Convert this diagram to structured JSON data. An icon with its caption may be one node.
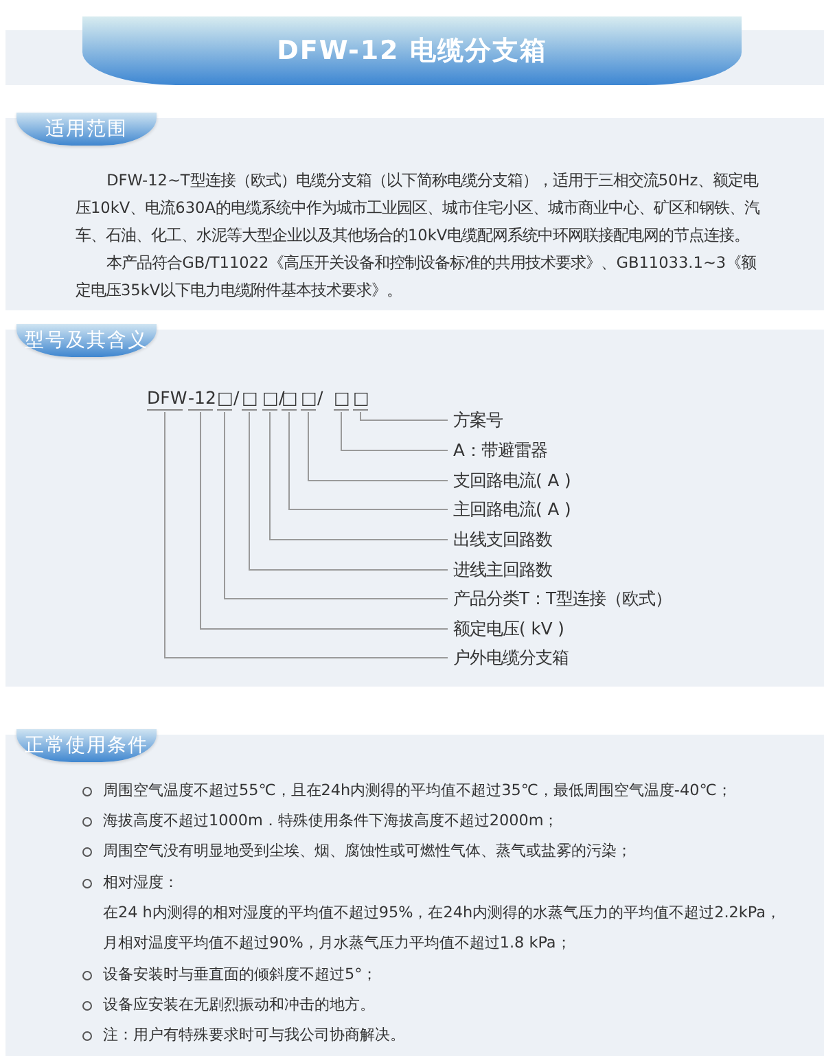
{
  "diagram": {
    "title": "DFW-12 电缆分支箱",
    "nodes": [
      {
        "text": [
          "DFW"
        ]
      },
      {
        "text": [
          "-12"
        ]
      },
      {
        "text": [
          "□"
        ]
      },
      {
        "text": [
          "□"
        ]
      },
      {
        "text": [
          "□"
        ]
      },
      {
        "text": [
          "□"
        ]
      },
      {
        "text": [
          "□"
        ]
      },
      {
        "text": [
          "□"
        ]
      },
      {
        "text": [
          "□"
        ]
      },
      {
        "text": [
          "方案号"
        ]
      },
      {
        "text": [
          "A：带避雷器"
        ]
      },
      {
        "text": [
          "支回路电流( A )"
        ]
      },
      {
        "text": [
          "主回路电流( A )"
        ]
      },
      {
        "text": [
          "出线支回路数"
        ]
      },
      {
        "text": [
          "进线主回路数"
        ]
      },
      {
        "text": [
          "产品分类T：T型连接（欧式）"
        ]
      },
      {
        "text": [
          "额定电压( kV )"
        ]
      },
      {
        "text": [
          "户外电缆分支箱"
        ]
      }
    ],
    "edges": [
      {
        "from": 9,
        "to": 8,
        "arrow": "none"
      },
      {
        "from": 10,
        "to": 7,
        "arrow": "none"
      },
      {
        "from": 11,
        "to": 6,
        "arrow": "none"
      },
      {
        "from": 12,
        "to": 5,
        "arrow": "none"
      },
      {
        "from": 13,
        "to": 4,
        "arrow": "none"
      },
      {
        "from": 14,
        "to": 3,
        "arrow": "none"
      },
      {
        "from": 15,
        "to": 2,
        "arrow": "none"
      },
      {
        "from": 16,
        "to": 1,
        "arrow": "none"
      },
      {
        "from": 17,
        "to": 0,
        "arrow": "none"
      }
    ],
    "labels": [
      "适用范围",
      "DFW-12~T型连接（欧式）电缆分支箱（以下简称电缆分支箱），适用于三相交流50Hz、额定电压10kV、电流630A的电缆系统中作为城市工业园区、城市住宅小区、城市商业中心、矿区和钢铁、汽车、石油、化工、水泥等大型企业以及其他场合的10kV电缆配网系统中环网联接配电网的节点连接。",
      "本产品符合GB/T11022《高压开关设备和控制设备标准的共用技术要求》、GB11033.1~3《额定电压35kV以下电力电缆附件基本技术要求》。",
      "型号及其含义",
      "/",
      "/",
      "/",
      "正常使用条件",
      "周围空气温度不超过55℃，且在24h内测得的平均值不超过35℃，最低周围空气温度-40℃；",
      "海拔高度不超过1000m．特殊使用条件下海拔高度不超过2000m；",
      "周围空气没有明显地受到尘埃、烟、腐蚀性或可燃性气体、蒸气或盐雾的污染；",
      "相对湿度：",
      "在24 h内测得的相对湿度的平均值不超过95%，在24h内测得的水蒸气压力的平均值不超过2.2kPa，",
      "月相对温度平均值不超过90%，月水蒸气压力平均值不超过1.8 kPa；",
      "设备安装时与垂直面的倾斜度不超过5°；",
      "设备应安装在无剧烈振动和冲击的地方。",
      "注：用户有特殊要求时可与我公司协商解决。"
    ]
  }
}
